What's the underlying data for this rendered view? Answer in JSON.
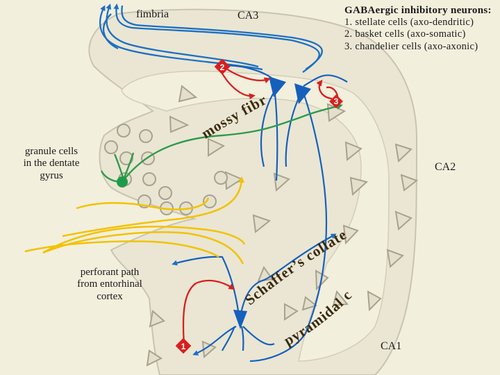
{
  "labels": {
    "fimbria": "fimbria",
    "ca3": "CA3",
    "ca2": "CA2",
    "ca1": "CA1",
    "granule": [
      "granule cells",
      "in the dentate",
      "gyrus"
    ],
    "perforant": [
      "perforant path",
      "from entorhinal",
      "cortex"
    ]
  },
  "legend": {
    "title": "GABAergic inhibitory neurons:",
    "items": [
      "1. stellate cells (axo-dendritic)",
      "2. basket cells (axo-somatic)",
      "3. chandelier cells (axo-axonic)"
    ]
  },
  "arc_labels": {
    "mossy_fibre": "mossy fibre",
    "schaffer": "Schaffer’s collateral",
    "pyramidal": "pyramidal cells"
  },
  "markers": [
    "1",
    "2",
    "3"
  ],
  "colors": {
    "background": "#f3efdd",
    "tissue": "#eae6d3",
    "outline": "#c9c4b0",
    "fimbria_axons": "#1c6fc4",
    "pyramidal_cell": "#1560bd",
    "mossy_fibre": "#2e9a4a",
    "granule_cell": "#1e9b4a",
    "perforant_path": "#f2c200",
    "inhibitory": "#d81f1f"
  }
}
